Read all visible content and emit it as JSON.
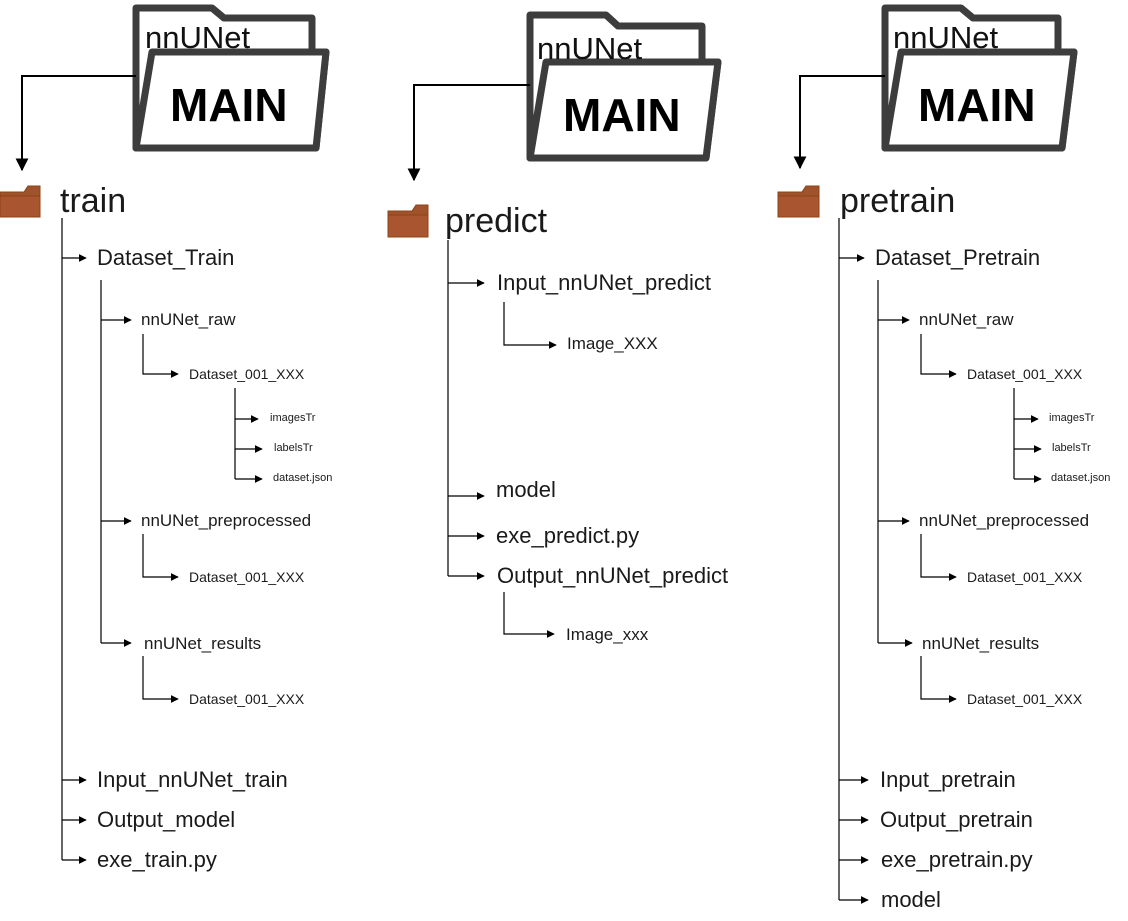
{
  "colors": {
    "line": "#000000",
    "folder_outline": "#3d3d3d",
    "folder_brown": "#a0522d"
  },
  "main_folders": [
    {
      "top": "nnUNet",
      "word": "MAIN"
    },
    {
      "top": "nnUNet",
      "word": "MAIN"
    },
    {
      "top": "nnUNet",
      "word": "MAIN"
    }
  ],
  "trees": {
    "train": {
      "root": "train",
      "dataset": "Dataset_Train",
      "raw": "nnUNet_raw",
      "raw_dataset": "Dataset_001_XXX",
      "images": "imagesTr",
      "labels": "labelsTr",
      "json": "dataset.json",
      "preprocessed": "nnUNet_preprocessed",
      "pre_dataset": "Dataset_001_XXX",
      "results": "nnUNet_results",
      "res_dataset": "Dataset_001_XXX",
      "input": "Input_nnUNet_train",
      "output": "Output_model",
      "exe": "exe_train.py"
    },
    "predict": {
      "root": "predict",
      "input": "Input_nnUNet_predict",
      "input_child": "Image_XXX",
      "model": "model",
      "exe": "exe_predict.py",
      "output": "Output_nnUNet_predict",
      "output_child": "Image_xxx"
    },
    "pretrain": {
      "root": "pretrain",
      "dataset": "Dataset_Pretrain",
      "raw": "nnUNet_raw",
      "raw_dataset": "Dataset_001_XXX",
      "images": "imagesTr",
      "labels": "labelsTr",
      "json": "dataset.json",
      "preprocessed": "nnUNet_preprocessed",
      "pre_dataset": "Dataset_001_XXX",
      "results": "nnUNet_results",
      "res_dataset": "Dataset_001_XXX",
      "input": "Input_pretrain",
      "output": "Output_pretrain",
      "exe": "exe_pretrain.py",
      "model": "model"
    }
  }
}
